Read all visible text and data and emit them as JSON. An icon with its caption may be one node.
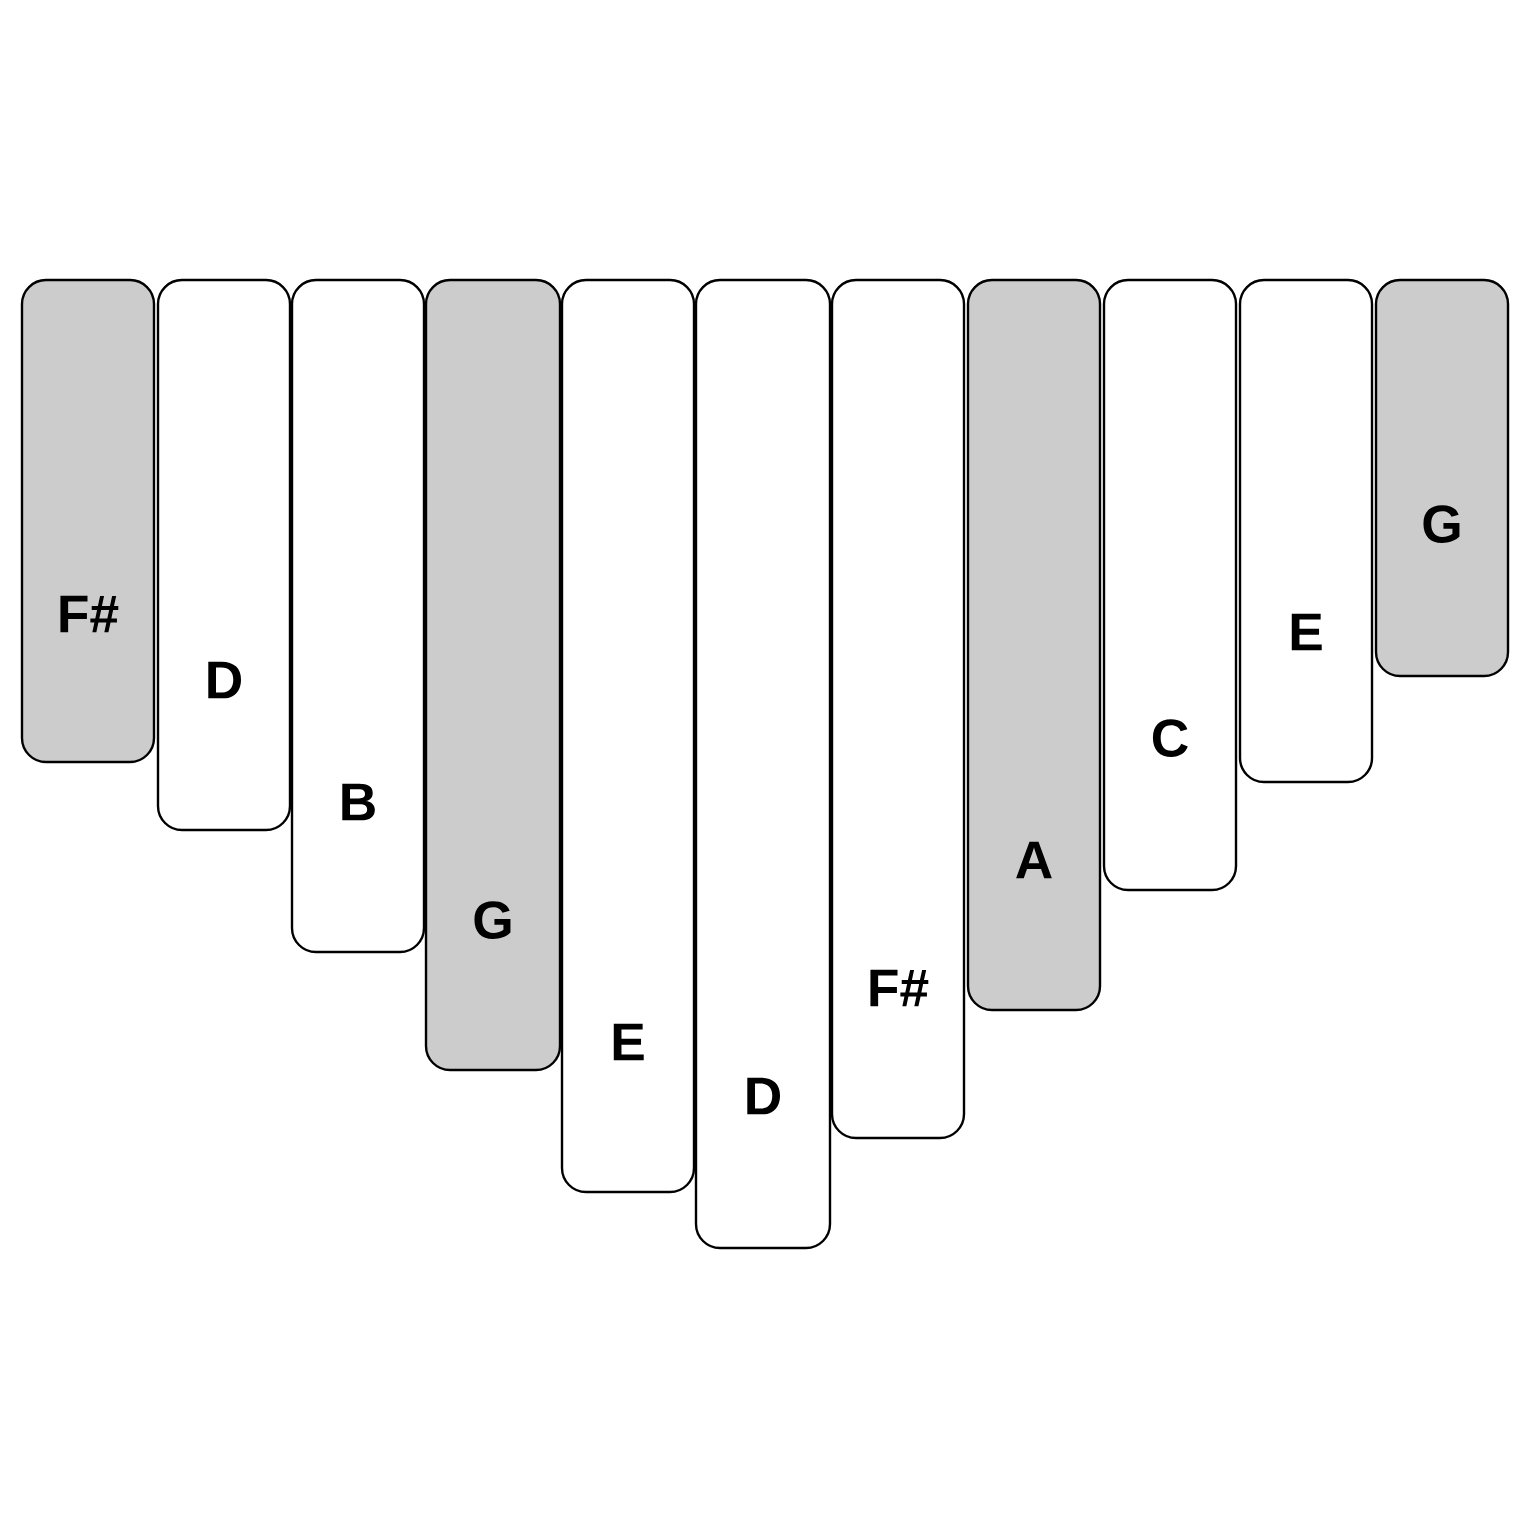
{
  "diagram": {
    "nodes": [
      {
        "text": [
          "F#"
        ]
      },
      {
        "text": [
          "D"
        ]
      },
      {
        "text": [
          "B"
        ]
      },
      {
        "text": [
          "G"
        ]
      },
      {
        "text": [
          "E"
        ]
      },
      {
        "text": [
          "D"
        ]
      },
      {
        "text": [
          "F#"
        ]
      },
      {
        "text": [
          "A"
        ]
      },
      {
        "text": [
          "C"
        ]
      },
      {
        "text": [
          "E"
        ]
      },
      {
        "text": [
          "G"
        ]
      }
    ]
  }
}
